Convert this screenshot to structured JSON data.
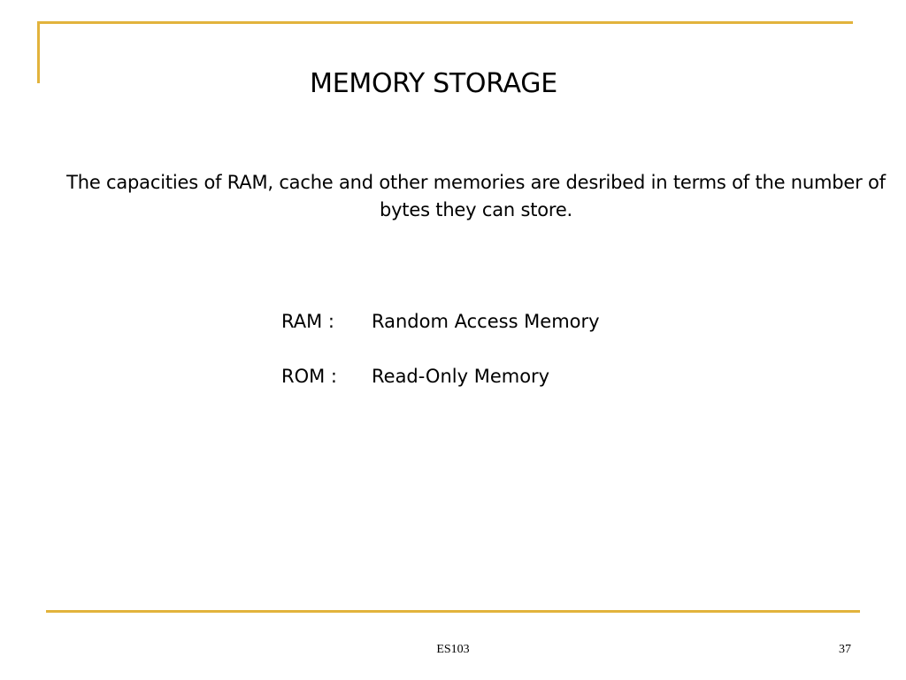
{
  "slide": {
    "title": "MEMORY STORAGE",
    "paragraph": "The capacities of RAM, cache and other memories are desribed in terms of the number of bytes they can store.",
    "definitions": [
      {
        "term": "RAM :",
        "definition": "Random Access Memory"
      },
      {
        "term": "ROM :",
        "definition": "Read-Only Memory"
      }
    ],
    "footer": {
      "course": "ES103",
      "page_number": "37"
    },
    "accent_color": "#e2b33c"
  }
}
